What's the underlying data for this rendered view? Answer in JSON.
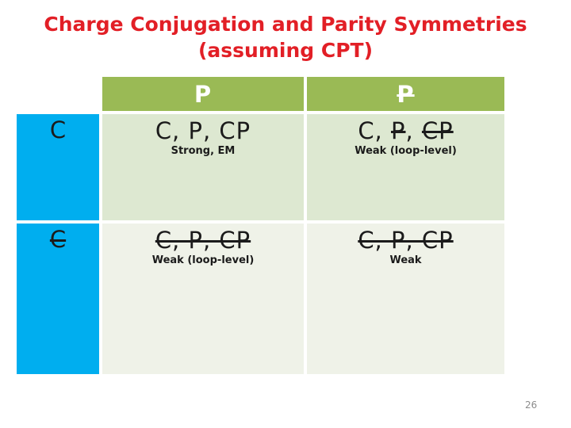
{
  "slide": {
    "title_line1": "Charge Conjugation and Parity Symmetries",
    "title_line2": "(assuming CPT)",
    "page_number": "26"
  },
  "colors": {
    "title_red": "#e21f26",
    "header_green": "#9aba55",
    "row_label_blue": "#00aeef",
    "row1_cell_bg": "#dde8d1",
    "row2_cell_bg": "#eff2e8",
    "text_black": "#1b1b1b",
    "page_number_gray": "#8c8c8c"
  },
  "table": {
    "column_headers": [
      {
        "segments": [
          {
            "text": "P",
            "struck": false
          }
        ]
      },
      {
        "segments": [
          {
            "text": "P",
            "struck": true
          }
        ]
      }
    ],
    "rows": [
      {
        "header": {
          "segments": [
            {
              "text": "C",
              "struck": false
            }
          ]
        },
        "cells": [
          {
            "segments": [
              {
                "text": "C, P, CP",
                "struck": false
              }
            ],
            "note": "Strong, EM"
          },
          {
            "segments": [
              {
                "text": "C, ",
                "struck": false
              },
              {
                "text": "P",
                "struck": true
              },
              {
                "text": ", ",
                "struck": false
              },
              {
                "text": "CP",
                "struck": true
              }
            ],
            "note": "Weak (loop-level)"
          }
        ]
      },
      {
        "header": {
          "segments": [
            {
              "text": "C",
              "struck": true
            }
          ]
        },
        "cells": [
          {
            "segments": [
              {
                "text": "C, P, CP",
                "struck": true
              }
            ],
            "note": "Weak (loop-level)"
          },
          {
            "segments": [
              {
                "text": "C, P, CP",
                "struck": true
              }
            ],
            "note": "Weak"
          }
        ]
      }
    ]
  }
}
